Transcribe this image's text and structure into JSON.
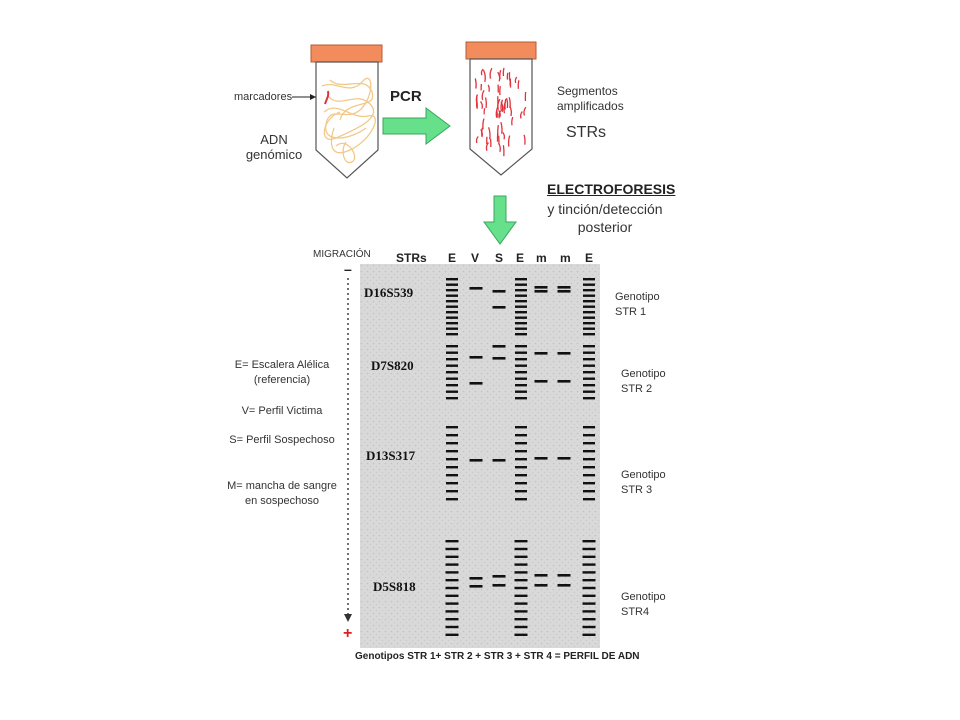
{
  "pcr": {
    "markers_label": "marcadores",
    "genomic_dna_label": "ADN\ngenómico",
    "pcr_label": "PCR",
    "amplified_label": "Segmentos\namplificados",
    "strs_label": "STRs"
  },
  "electro": {
    "title": "ELECTROFORESIS",
    "subtitle": "y tinción/detección\nposterior"
  },
  "gel": {
    "migration_label": "MIGRACIÓN",
    "minus_sign": "–",
    "plus_sign": "+",
    "strs_header": "STRs",
    "lanes": [
      "E",
      "V",
      "S",
      "E",
      "m",
      "m",
      "E"
    ],
    "loci": [
      "D16S539",
      "D7S820",
      "D13S317",
      "D5S818"
    ],
    "genotypes": [
      "Genotipo\nSTR 1",
      "Genotipo\nSTR 2",
      "Genotipo\nSTR 3",
      "Genotipo\nSTR4"
    ],
    "footer": "Genotipos STR 1+ STR 2 + STR 3 + STR 4 = PERFIL DE ADN"
  },
  "legend": {
    "e": "E= Escalera Alélica\n(referencia)",
    "v": "V= Perfil Victima",
    "s": "S= Perfil Sospechoso",
    "m": "M= mancha de sangre\nen sospechoso"
  },
  "colors": {
    "cap": "#f28c5c",
    "dna_strand": "#f3c98a",
    "amplified": "#e0333c",
    "arrow": "#66e08a",
    "gel_bg": "#dcdcdc",
    "band": "#111111",
    "plus": "#e02020"
  }
}
